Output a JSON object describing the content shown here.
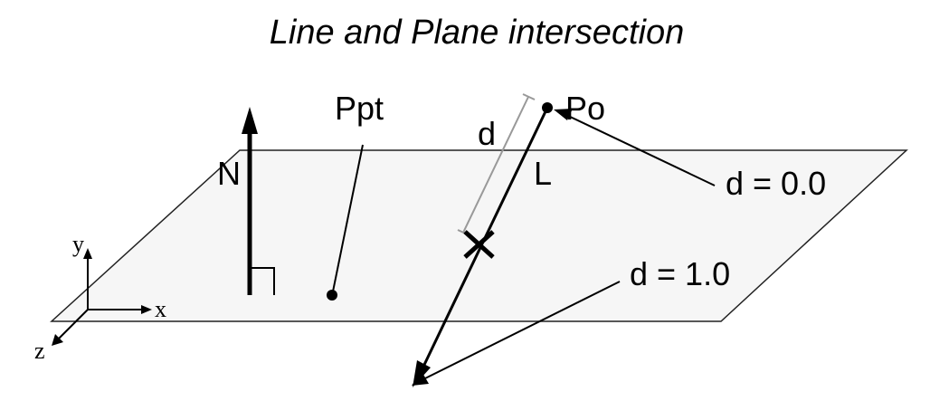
{
  "diagram": {
    "title": "Line and Plane intersection",
    "labels": {
      "normal": "N",
      "plane_point": "Ppt",
      "line_origin": "Po",
      "line": "L",
      "distance": "d",
      "d_zero": "d = 0.0",
      "d_one": "d = 1.0"
    },
    "axes": {
      "x": "x",
      "y": "y",
      "z": "z"
    }
  },
  "colors": {
    "plane_fill": "#f6f6f6",
    "plane_stroke": "#222222",
    "line": "#000000",
    "dimension_line": "#999999",
    "text": "#000000"
  }
}
